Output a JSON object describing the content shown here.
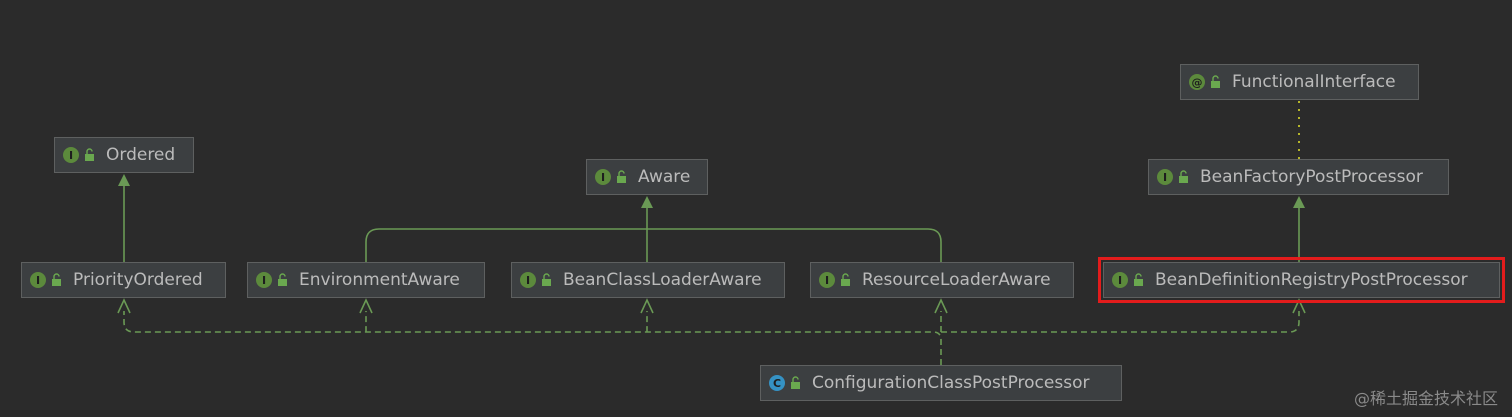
{
  "colors": {
    "background": "#2b2b2b",
    "node_fill": "#3c3f41",
    "node_border": "#5e6060",
    "text": "#bbbbbb",
    "edge": "#6a9955",
    "interface_badge": "#5c8a3c",
    "class_badge": "#3592c4",
    "annotation_badge": "#5c8a3c",
    "annotation_edge": "#b5b52a",
    "highlight": "#e31c1c"
  },
  "nodes": [
    {
      "id": "functional-interface",
      "label": "FunctionalInterface",
      "kind": "annotation",
      "badge": "@",
      "icon": "annotation-icon"
    },
    {
      "id": "ordered",
      "label": "Ordered",
      "kind": "interface",
      "badge": "I",
      "icon": "interface-icon"
    },
    {
      "id": "aware",
      "label": "Aware",
      "kind": "interface",
      "badge": "I",
      "icon": "interface-icon"
    },
    {
      "id": "bean-factory-post-processor",
      "label": "BeanFactoryPostProcessor",
      "kind": "interface",
      "badge": "I",
      "icon": "interface-icon"
    },
    {
      "id": "priority-ordered",
      "label": "PriorityOrdered",
      "kind": "interface",
      "badge": "I",
      "icon": "interface-icon"
    },
    {
      "id": "environment-aware",
      "label": "EnvironmentAware",
      "kind": "interface",
      "badge": "I",
      "icon": "interface-icon"
    },
    {
      "id": "bean-class-loader-aware",
      "label": "BeanClassLoaderAware",
      "kind": "interface",
      "badge": "I",
      "icon": "interface-icon"
    },
    {
      "id": "resource-loader-aware",
      "label": "ResourceLoaderAware",
      "kind": "interface",
      "badge": "I",
      "icon": "interface-icon"
    },
    {
      "id": "bean-definition-registry-post-processor",
      "label": "BeanDefinitionRegistryPostProcessor",
      "kind": "interface",
      "badge": "I",
      "icon": "interface-icon",
      "highlighted": true
    },
    {
      "id": "configuration-class-post-processor",
      "label": "ConfigurationClassPostProcessor",
      "kind": "class",
      "badge": "C",
      "icon": "class-icon"
    }
  ],
  "edges": [
    {
      "from": "priority-ordered",
      "to": "ordered",
      "type": "extends"
    },
    {
      "from": "environment-aware",
      "to": "aware",
      "type": "extends"
    },
    {
      "from": "bean-class-loader-aware",
      "to": "aware",
      "type": "extends"
    },
    {
      "from": "resource-loader-aware",
      "to": "aware",
      "type": "extends"
    },
    {
      "from": "bean-definition-registry-post-processor",
      "to": "bean-factory-post-processor",
      "type": "extends"
    },
    {
      "from": "bean-factory-post-processor",
      "to": "functional-interface",
      "type": "annotated"
    },
    {
      "from": "configuration-class-post-processor",
      "to": "priority-ordered",
      "type": "implements"
    },
    {
      "from": "configuration-class-post-processor",
      "to": "environment-aware",
      "type": "implements"
    },
    {
      "from": "configuration-class-post-processor",
      "to": "bean-class-loader-aware",
      "type": "implements"
    },
    {
      "from": "configuration-class-post-processor",
      "to": "resource-loader-aware",
      "type": "implements"
    },
    {
      "from": "configuration-class-post-processor",
      "to": "bean-definition-registry-post-processor",
      "type": "implements"
    }
  ],
  "watermark": "@稀土掘金技术社区"
}
